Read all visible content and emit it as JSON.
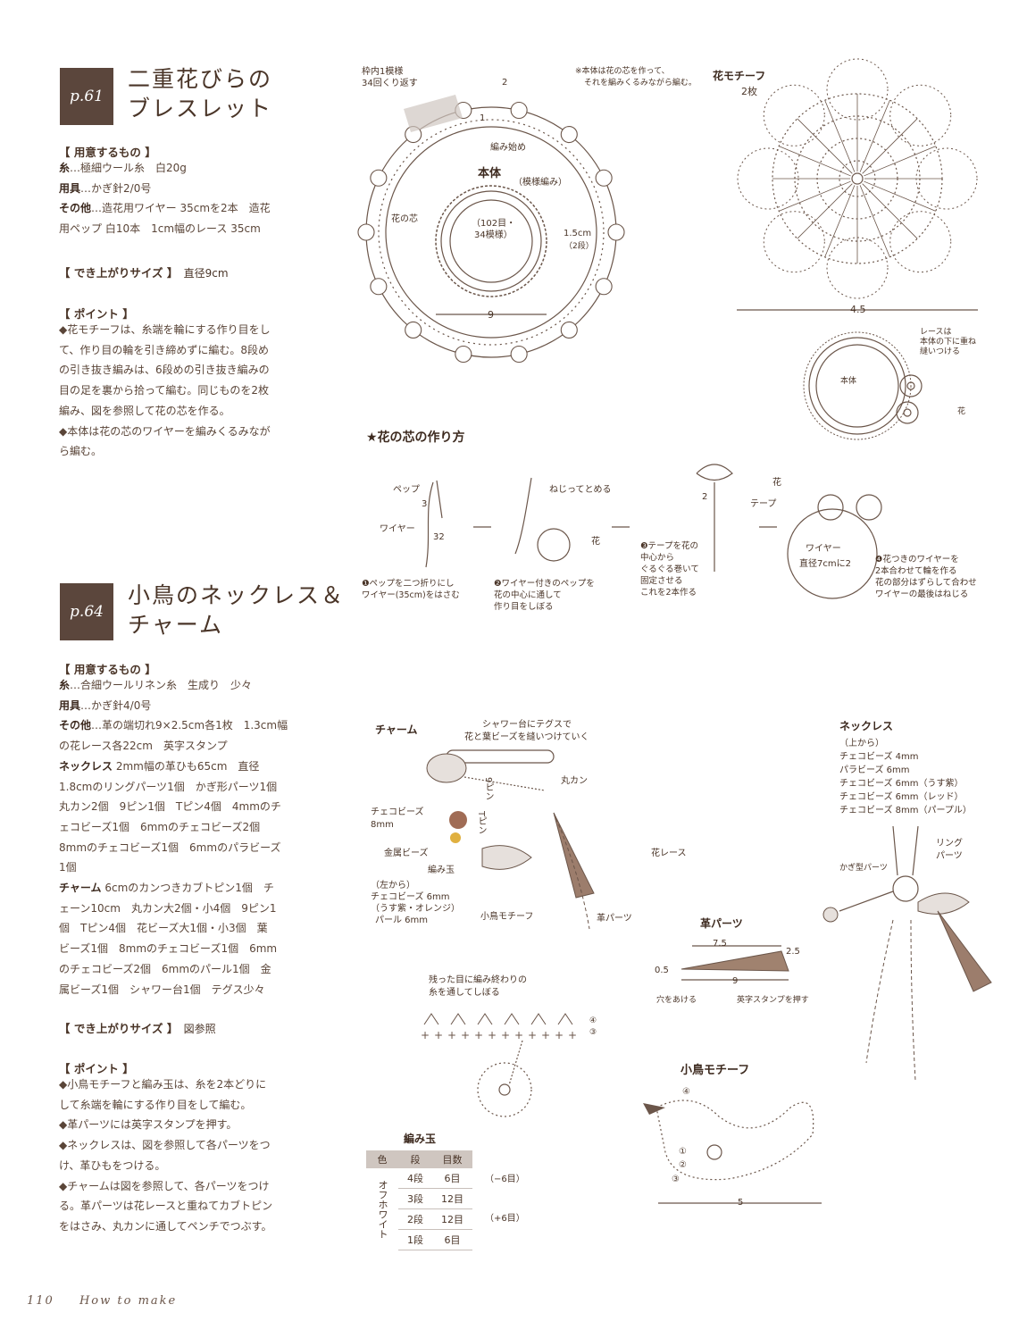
{
  "section1": {
    "page_tag": "p.61",
    "title_line1": "二重花びらの",
    "title_line2": "ブレスレット",
    "materials_head": "【 用意するもの 】",
    "materials": [
      {
        "key": "糸",
        "text": "…極細ウール糸　白20g"
      },
      {
        "key": "用具",
        "text": "…かぎ針2/0号"
      },
      {
        "key": "その他",
        "text": "…造花用ワイヤー 35cmを2本　造花"
      },
      {
        "key": "",
        "text": "用ペップ 白10本　1cm幅のレース 35cm"
      }
    ],
    "size_head": "【 でき上がりサイズ 】",
    "size_value": "直径9cm",
    "points_head": "【 ポイント 】",
    "points": [
      "◆花モチーフは、糸端を輪にする作り目をし",
      "て、作り目の輪を引き締めずに編む。8段め",
      "の引き抜き編みは、6段めの引き抜き編みの",
      "目の足を裏から拾って編む。同じものを2枚",
      "編み、図を参照して花の芯を作る。",
      "◆本体は花の芯のワイヤーを編みくるみなが",
      "ら編む。"
    ]
  },
  "section2": {
    "page_tag": "p.64",
    "title_line1": "小鳥のネックレス＆",
    "title_line2": "チャーム",
    "materials_head": "【 用意するもの 】",
    "materials": [
      {
        "key": "糸",
        "text": "…合細ウールリネン糸　生成り　少々"
      },
      {
        "key": "用具",
        "text": "…かぎ針4/0号"
      },
      {
        "key": "その他",
        "text": "…革の端切れ9×2.5cm各1枚　1.3cm幅"
      },
      {
        "key": "",
        "text": "の花レース各22cm　英字スタンプ"
      },
      {
        "key": "ネックレス",
        "text": " 2mm幅の革ひも65cm　直径"
      },
      {
        "key": "",
        "text": "1.8cmのリングパーツ1個　かぎ形パーツ1個"
      },
      {
        "key": "",
        "text": "丸カン2個　9ピン1個　Tピン4個　4mmのチ"
      },
      {
        "key": "",
        "text": "ェコビーズ1個　6mmのチェコビーズ2個"
      },
      {
        "key": "",
        "text": "8mmのチェコビーズ1個　6mmのパラビーズ"
      },
      {
        "key": "",
        "text": "1個"
      },
      {
        "key": "チャーム",
        "text": " 6cmのカンつきカブトピン1個　チ"
      },
      {
        "key": "",
        "text": "ェーン10cm　丸カン大2個・小4個　9ピン1"
      },
      {
        "key": "",
        "text": "個　Tピン4個　花ビーズ大1個・小3個　葉"
      },
      {
        "key": "",
        "text": "ビーズ1個　8mmのチェコビーズ1個　6mm"
      },
      {
        "key": "",
        "text": "のチェコビーズ2個　6mmのパール1個　金"
      },
      {
        "key": "",
        "text": "属ビーズ1個　シャワー台1個　テグス少々"
      }
    ],
    "size_head": "【 でき上がりサイズ 】",
    "size_value": "図参照",
    "points_head": "【 ポイント 】",
    "points": [
      "◆小鳥モチーフと編み玉は、糸を2本どりに",
      "して糸端を輪にする作り目をして編む。",
      "◆革パーツには英字スタンプを押す。",
      "◆ネックレスは、図を参照して各パーツをつ",
      "け、革ひもをつける。",
      "◆チャームは図を参照して、各パーツをつけ",
      "る。革パーツは花レースと重ねてカブトピン",
      "をはさみ、丸カンに通してペンチでつぶす。"
    ]
  },
  "bracelet_diagram": {
    "repeat_label_1": "枠内1模様",
    "repeat_label_2": "34回くり返す",
    "note_1": "※本体は花の芯を作って、",
    "note_2": "それを編みくるみながら編む。",
    "start_label": "編み始め",
    "body_label": "本体",
    "pattern_label": "（模様編み）",
    "stitch_count_1": "（102目・",
    "stitch_count_2": "34模様）",
    "width_label": "1.5cm",
    "rows_label": "（2段）",
    "core_label": "花の芯",
    "diameter_label": "9",
    "row1": "1",
    "row2": "2"
  },
  "flower_motif": {
    "title": "花モチーフ",
    "count": "2枚",
    "size_label": "4.5"
  },
  "lace_diagram": {
    "lace_note_1": "レースは",
    "lace_note_2": "本体の下に重ね",
    "lace_note_3": "縫いつける",
    "body_label": "本体",
    "flower_label": "花"
  },
  "core_howto": {
    "title": "★花の芯の作り方",
    "pep_label": "ペップ",
    "wire_label": "ワイヤー",
    "n3": "3",
    "n32": "32",
    "twist_label": "ねじってとめる",
    "flower_label": "花",
    "tape_label": "テープ",
    "n2": "2",
    "wire_diameter_1": "ワイヤー",
    "wire_diameter_2": "直径7cmに2",
    "step1": [
      "❶ペップを二つ折りにし",
      "ワイヤー(35cm)をはさむ"
    ],
    "step2": [
      "❷ワイヤー付きのペップを",
      "花の中心に通して",
      "作り目をしぼる"
    ],
    "step3": [
      "❸テープを花の",
      "中心から",
      "ぐるぐる巻いて",
      "固定させる",
      "これを2本作る"
    ],
    "step4": [
      "❹花つきのワイヤーを",
      "2本合わせて輪を作る",
      "花の部分はずらして合わせ",
      "ワイヤーの最後はねじる"
    ]
  },
  "charm": {
    "title": "チャーム",
    "shower_note_1": "シャワー台にテグスで",
    "shower_note_2": "花と葉ビーズを縫いつけていく",
    "ring_label": "丸カン",
    "czech_label_1": "チェコビーズ",
    "czech_label_2": "8mm",
    "metal_bead": "金属ビーズ",
    "ami_dama": "編み玉",
    "left_from_1": "（左から）",
    "left_from_2": "チェコビーズ 6mm",
    "left_from_3": "（うす紫・オレンジ）",
    "left_from_4": "パール 6mm",
    "bird_motif": "小鳥モチーフ",
    "leather_parts": "革パーツ",
    "flower_lace": "花レース",
    "pin_9": "9ピン",
    "pin_t": "Tピン"
  },
  "necklace": {
    "title": "ネックレス",
    "items": [
      "（上から）",
      "チェコビーズ 4mm",
      "パラビーズ 6mm",
      "チェコビーズ 6mm（うす紫）",
      "チェコビーズ 6mm（レッド）",
      "チェコビーズ 8mm（パープル）"
    ],
    "ring_parts_1": "リング",
    "ring_parts_2": "パーツ",
    "hook_parts": "かぎ型パーツ"
  },
  "leather": {
    "title": "革パーツ",
    "dim_top": "7.5",
    "dim_right": "2.5",
    "dim_left": "0.5",
    "dim_bottom": "9",
    "hole_label": "穴をあける",
    "stamp_label": "英字スタンプを押す"
  },
  "amidama_chart": {
    "note_1": "残った目に編み終わりの",
    "note_2": "糸を通してしぼる",
    "r3": "③",
    "r4": "④"
  },
  "amidama_table": {
    "title": "編み玉",
    "headers": [
      "色",
      "段",
      "目数"
    ],
    "color": "オフホワイト",
    "rows": [
      {
        "row": "4段",
        "count": "6目",
        "note": "（−6目）"
      },
      {
        "row": "3段",
        "count": "12目",
        "note": ""
      },
      {
        "row": "2段",
        "count": "12目",
        "note": "（+6目）"
      },
      {
        "row": "1段",
        "count": "6目",
        "note": ""
      }
    ]
  },
  "bird": {
    "title": "小鳥モチーフ",
    "size_label": "5",
    "r1": "①",
    "r2": "②",
    "r3": "③",
    "r4": "④"
  },
  "footer": {
    "page_number": "110",
    "text": "How to make"
  }
}
